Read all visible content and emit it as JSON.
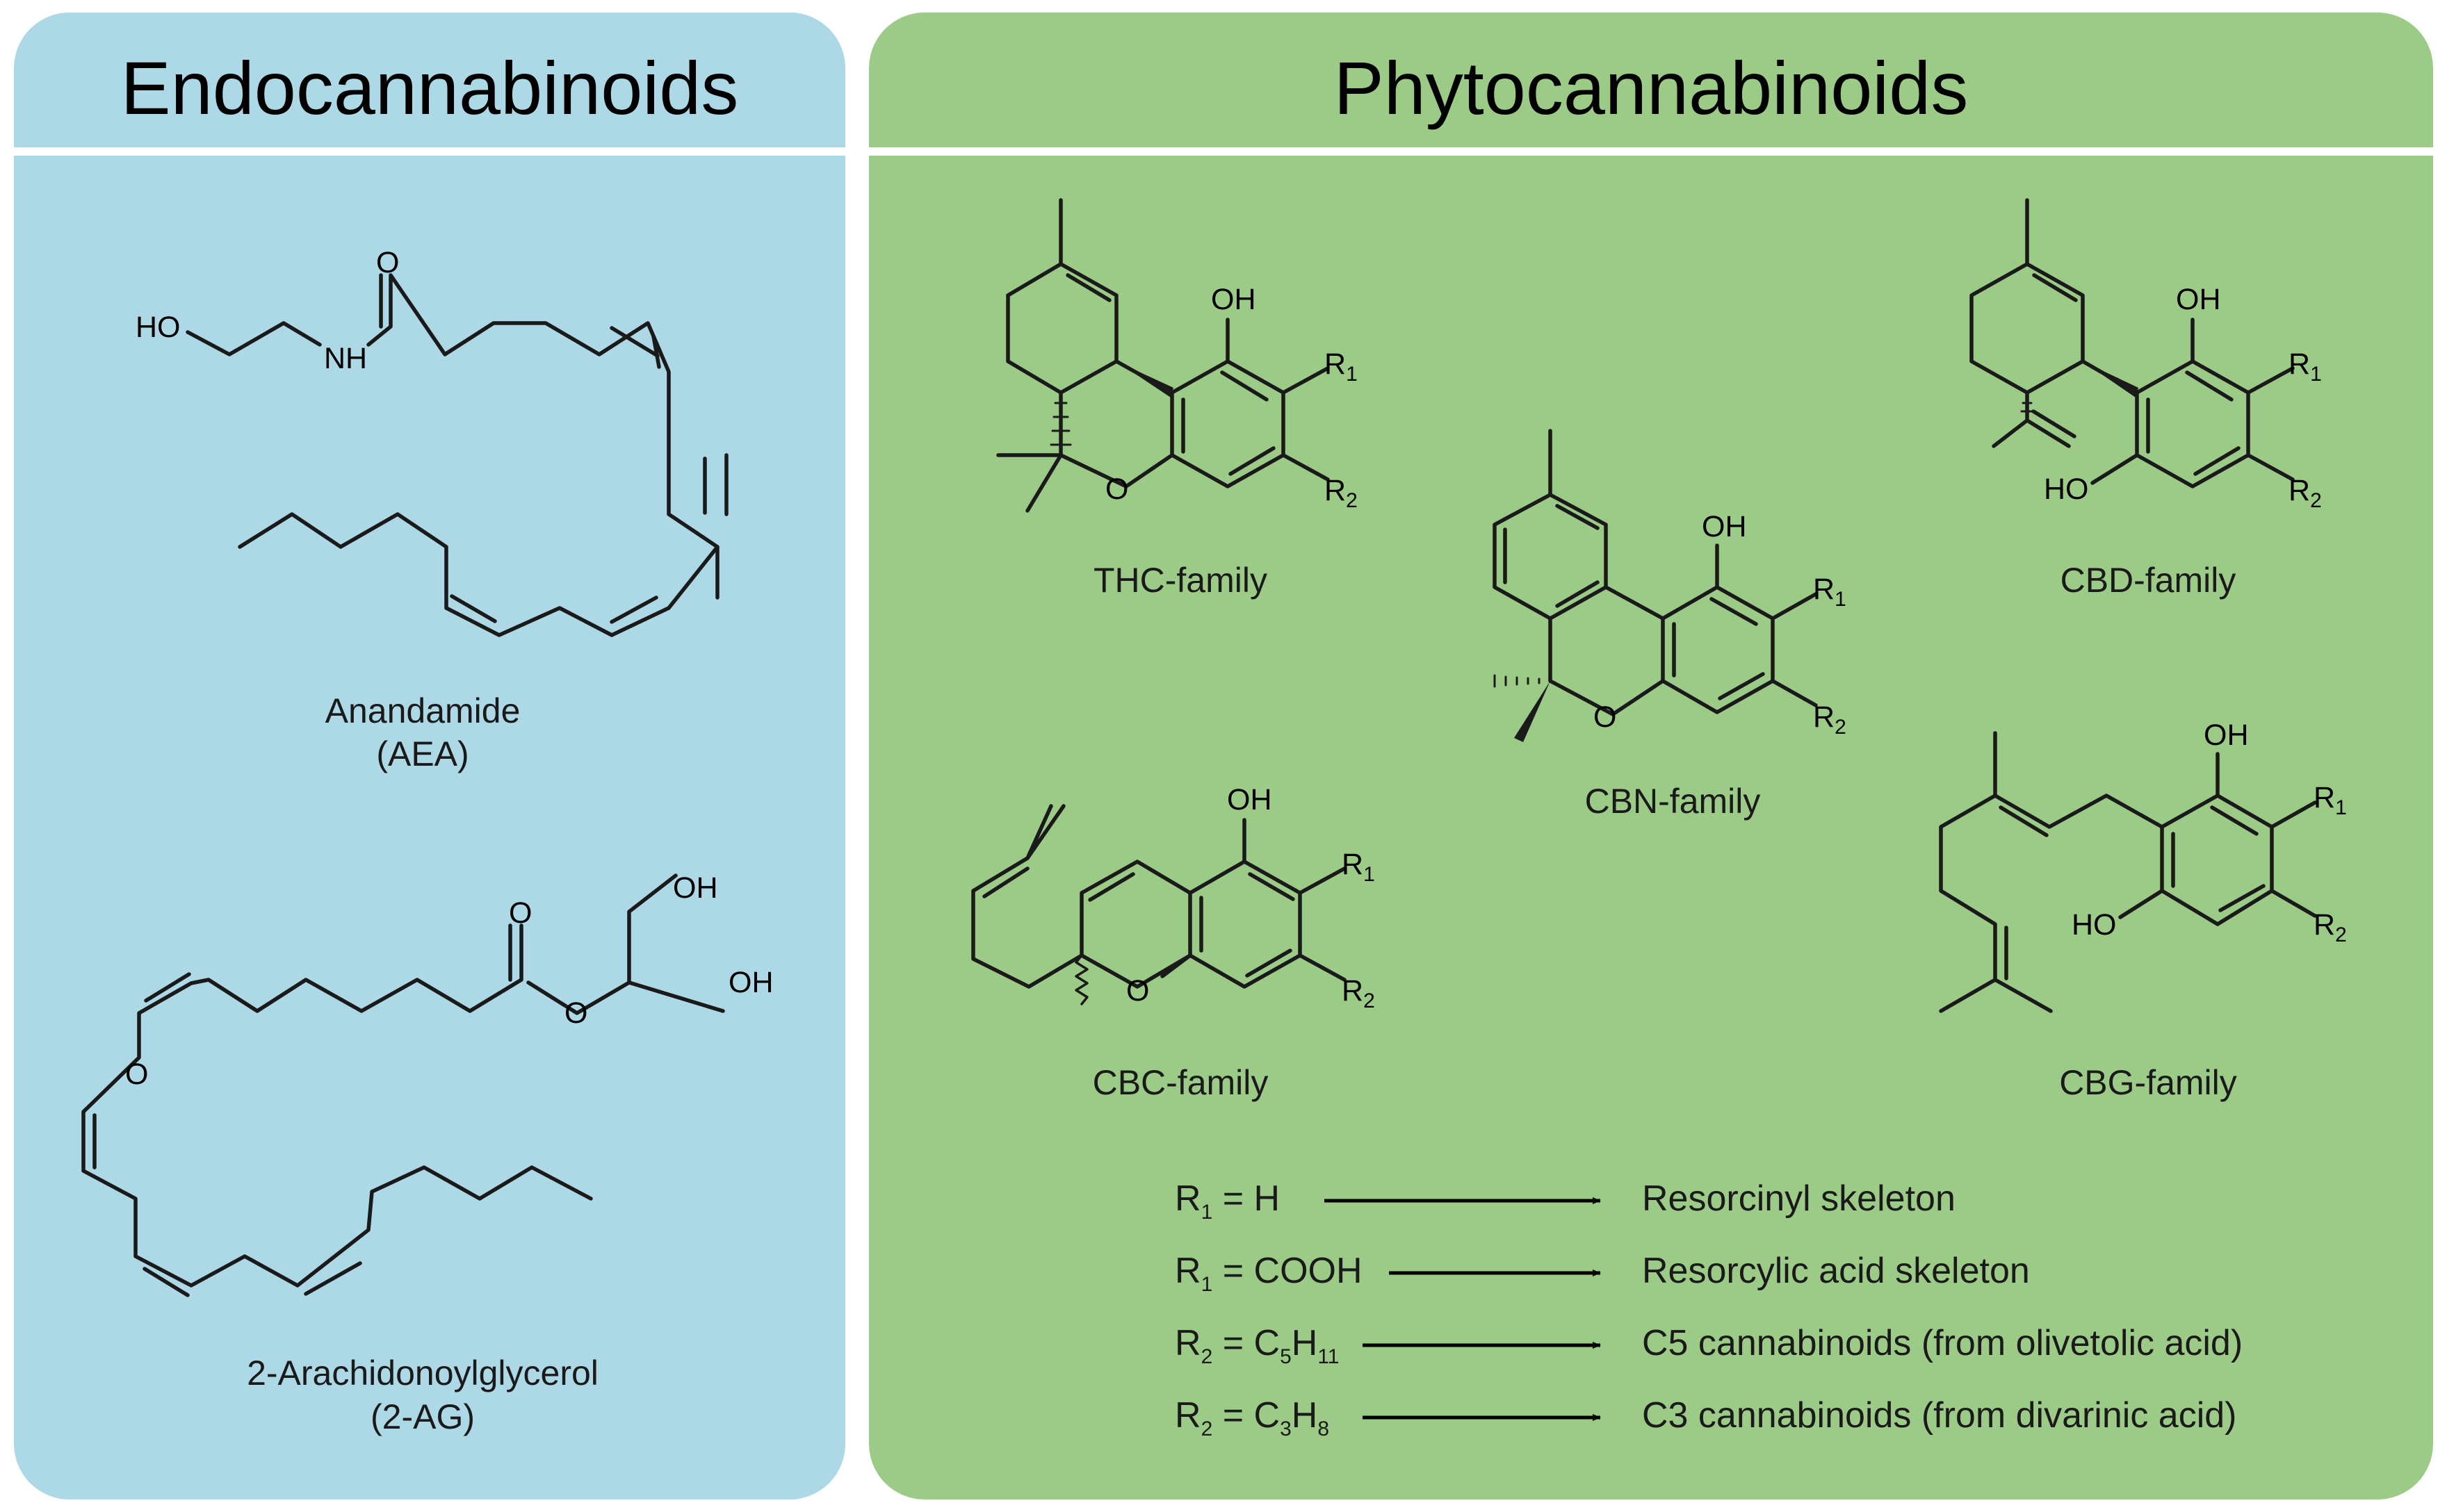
{
  "panels": {
    "endo": {
      "title": "Endocannabinoids",
      "color": "#add8e6"
    },
    "phyto": {
      "title": "Phytocannabinoids",
      "color": "#9ccb87"
    }
  },
  "molecules": {
    "aea": {
      "name": "Anandamide",
      "abbr": "(AEA)",
      "atoms": {
        "ho": "HO",
        "nh": "NH",
        "o": "O"
      }
    },
    "ag": {
      "name": "2-Arachidonoylglycerol",
      "abbr": "(2-AG)",
      "atoms": {
        "oh1": "OH",
        "oh2": "OH",
        "o_carbonyl": "O",
        "o_ester": "O",
        "o_ring": "O"
      }
    },
    "thc": {
      "name": "THC-family",
      "atoms": {
        "oh": "OH",
        "o": "O",
        "r1": "R",
        "r1sub": "1",
        "r2": "R",
        "r2sub": "2"
      }
    },
    "cbn": {
      "name": "CBN-family",
      "atoms": {
        "oh": "OH",
        "o": "O",
        "r1": "R",
        "r1sub": "1",
        "r2": "R",
        "r2sub": "2"
      }
    },
    "cbd": {
      "name": "CBD-family",
      "atoms": {
        "oh": "OH",
        "ho": "HO",
        "r1": "R",
        "r1sub": "1",
        "r2": "R",
        "r2sub": "2"
      }
    },
    "cbc": {
      "name": "CBC-family",
      "atoms": {
        "oh": "OH",
        "o": "O",
        "r1": "R",
        "r1sub": "1",
        "r2": "R",
        "r2sub": "2"
      }
    },
    "cbg": {
      "name": "CBG-family",
      "atoms": {
        "oh": "OH",
        "ho": "HO",
        "r1": "R",
        "r1sub": "1",
        "r2": "R",
        "r2sub": "2"
      }
    }
  },
  "legend": [
    {
      "r": "R",
      "rsub": "1",
      "eq": " = H",
      "result": "Resorcinyl skeleton"
    },
    {
      "r": "R",
      "rsub": "1",
      "eq": " = COOH",
      "result": "Resorcylic acid skeleton"
    },
    {
      "r": "R",
      "rsub": "2",
      "eq": " = C",
      "s1": "5",
      "h": "H",
      "s2": "11",
      "result": "C5 cannabinoids (from olivetolic acid)"
    },
    {
      "r": "R",
      "rsub": "2",
      "eq": " = C",
      "s1": "3",
      "h": "H",
      "s2": "8",
      "result": "C3 cannabinoids (from divarinic acid)"
    }
  ]
}
